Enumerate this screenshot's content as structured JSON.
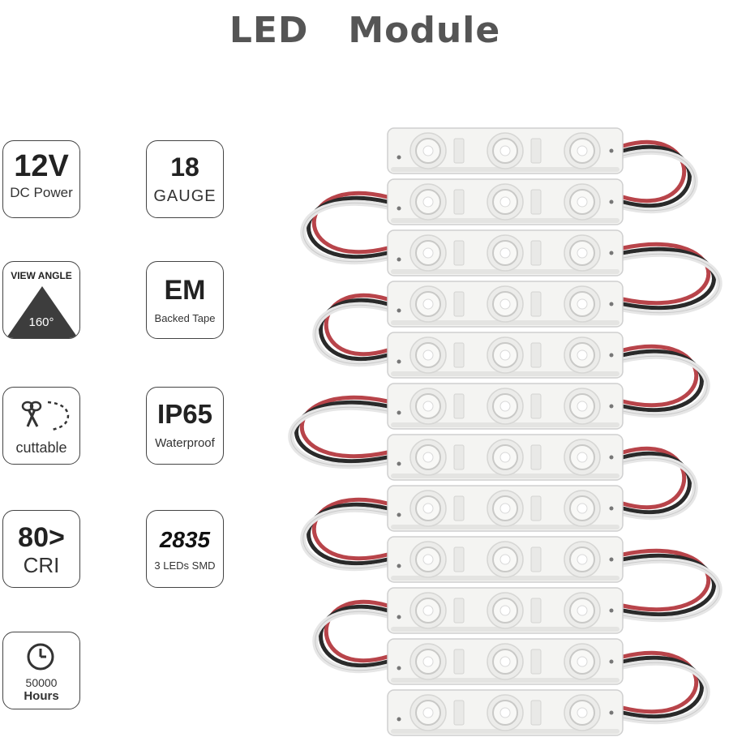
{
  "header": {
    "title": "LED   Module"
  },
  "badges": {
    "voltage": {
      "value": "12V",
      "label": "DC Power"
    },
    "gauge": {
      "value": "18",
      "label": "GAUGE"
    },
    "view_angle": {
      "label": "VIEW ANGLE",
      "value": "160°"
    },
    "tape": {
      "value": "EM",
      "label": "Backed Tape"
    },
    "cuttable": {
      "label": "cuttable"
    },
    "ip": {
      "value": "IP65",
      "label": "Waterproof"
    },
    "cri": {
      "value": "80>",
      "label": "CRI"
    },
    "smd": {
      "value": "2835",
      "label": "3 LEDs SMD"
    },
    "hours": {
      "value": "50000",
      "label": "Hours"
    }
  },
  "product": {
    "module_count": 12,
    "leds_per_module": 3,
    "colors": {
      "module_body": "#f4f4f2",
      "wire_red": "#b8444a",
      "wire_black": "#2a2a2a",
      "wire_white": "#e6e6e6"
    }
  }
}
